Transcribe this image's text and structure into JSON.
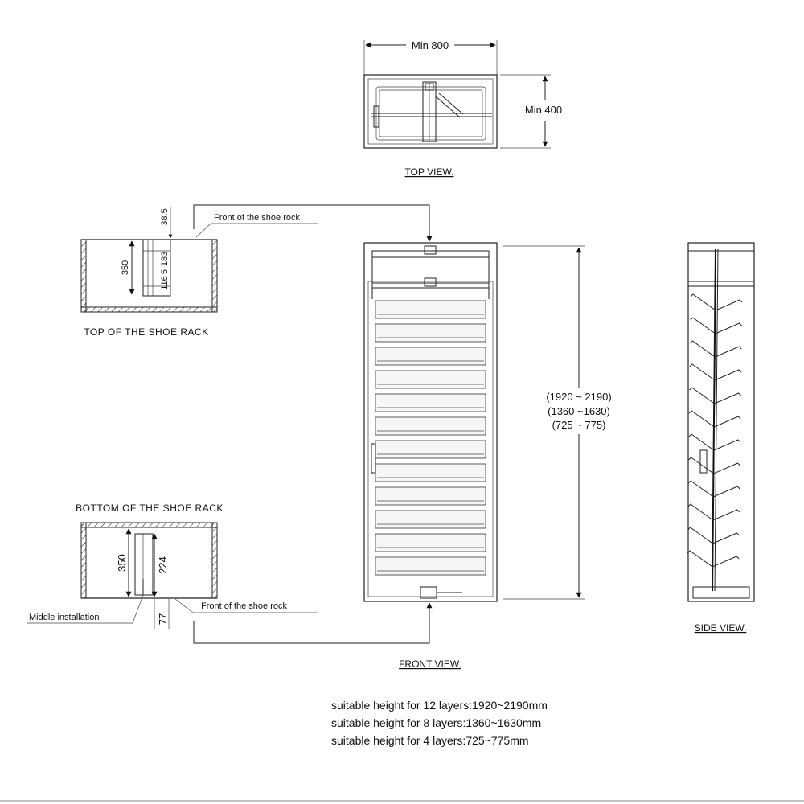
{
  "top_view": {
    "width_label": "Min 800",
    "depth_label": "Min 400",
    "title": "TOP VIEW."
  },
  "top_of_rack": {
    "title": "TOP  OF  THE  SHOE  RACK",
    "front_label": "Front of the shoe rock",
    "dim_38_5": "38.5",
    "dim_350": "350",
    "dim_183": "183",
    "dim_5": "5",
    "dim_116": "116"
  },
  "bottom_of_rack": {
    "title": "BOTTOM  OF  THE  SHOE  RACK",
    "front_label": "Front of the shoe rock",
    "middle_label": "Middle installation",
    "dim_350": "350",
    "dim_224": "224",
    "dim_77": "77"
  },
  "front_view": {
    "title": "FRONT  VIEW.",
    "height_12": "(1920 ~ 2190)",
    "height_8": "(1360 ~1630)",
    "height_4": "(725 ~ 775)"
  },
  "side_view": {
    "title": "SIDE  VIEW."
  },
  "notes": [
    "suitable height for 12 layers:1920~2190mm",
    "suitable height for 8 layers:1360~1630mm",
    "suitable height for 4 layers:725~775mm"
  ]
}
